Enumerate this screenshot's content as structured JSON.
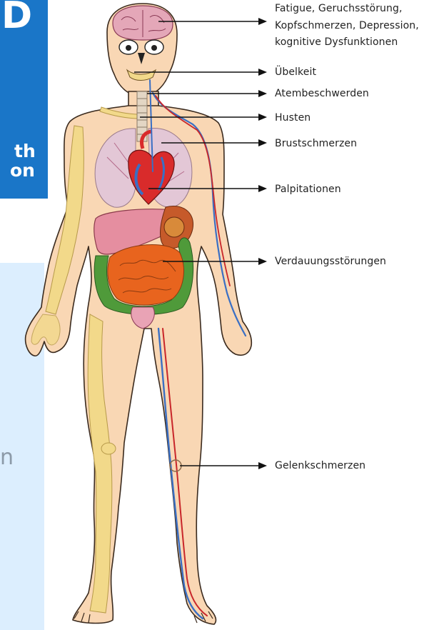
{
  "banner": {
    "fragment_top": "D",
    "fragment_line1": "th",
    "fragment_line2": "on",
    "color": "#1a76c8"
  },
  "side_panel": {
    "fragment": "n",
    "color": "#dceefe"
  },
  "symptoms": [
    {
      "label": "Fatigue, Geruchsstörung,"
    },
    {
      "label": "Kopfschmerzen, Depression,"
    },
    {
      "label": "kognitive Dysfunktionen"
    },
    {
      "label": "Übelkeit"
    },
    {
      "label": "Atembeschwerden"
    },
    {
      "label": "Husten"
    },
    {
      "label": "Brustschmerzen"
    },
    {
      "label": "Palpitationen"
    },
    {
      "label": "Verdauungsstörungen"
    },
    {
      "label": "Gelenkschmerzen"
    }
  ],
  "colors": {
    "skin": "#f9d7b4",
    "skin_outline": "#3a2a1e",
    "bone": "#f2d98a",
    "brain": "#e4a7b8",
    "lung": "#e3c7d6",
    "heart": "#d92b2b",
    "vein": "#3a6fc4",
    "artery": "#c8262a",
    "liver": "#e58ea0",
    "intestine": "#e8641e",
    "intestine_outer": "#4f9a3a",
    "arrow": "#111111"
  }
}
